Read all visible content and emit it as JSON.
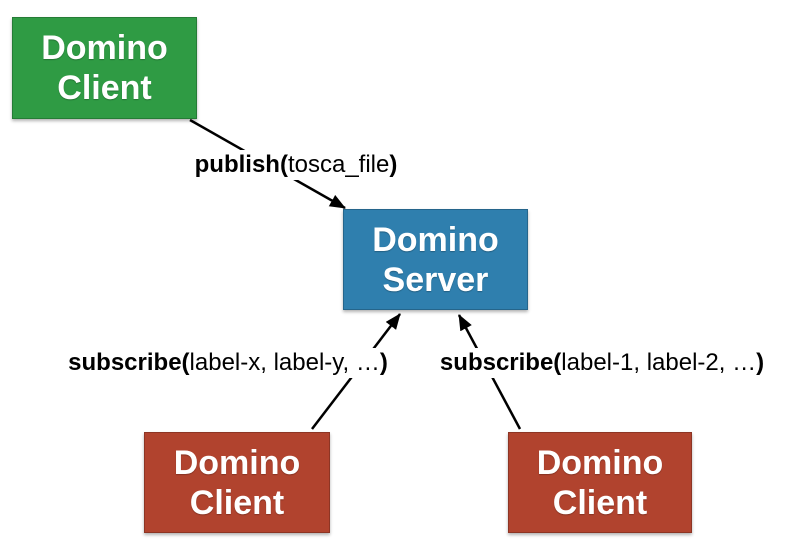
{
  "colors": {
    "client_publisher_green": "#2f9b44",
    "server_blue": "#2f7fae",
    "client_subscriber_red": "#b1432e",
    "arrow_black": "#000000",
    "node_text_white": "#ffffff",
    "background_white": "#ffffff"
  },
  "nodes": {
    "client_top": {
      "line1": "Domino",
      "line2": "Client"
    },
    "server": {
      "line1": "Domino",
      "line2": "Server"
    },
    "client_bottom_left": {
      "line1": "Domino",
      "line2": "Client"
    },
    "client_bottom_right": {
      "line1": "Domino",
      "line2": "Client"
    }
  },
  "edges": {
    "publish": {
      "from": "client_top",
      "to": "server",
      "prefix": "publish(",
      "args": "tosca_file",
      "suffix": ")"
    },
    "subscribe_left": {
      "from": "client_bottom_left",
      "to": "server",
      "prefix": "subscribe(",
      "args": "label-x, label-y, …",
      "suffix": ")"
    },
    "subscribe_right": {
      "from": "client_bottom_right",
      "to": "server",
      "prefix": "subscribe(",
      "args": "label-1, label-2, …",
      "suffix": ")"
    }
  }
}
